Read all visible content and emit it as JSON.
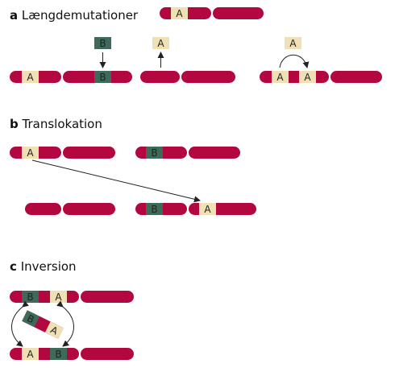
{
  "panels": {
    "a": {
      "letter": "a",
      "title": "Længdemutationer"
    },
    "b": {
      "letter": "b",
      "title": "Translokation"
    },
    "c": {
      "letter": "c",
      "title": "Inversion"
    }
  },
  "segments": {
    "A": "A",
    "B": "B"
  },
  "colors": {
    "chromosome": "#b3073f",
    "segment_A": "#efe1b4",
    "segment_B": "#3f6a5a"
  }
}
